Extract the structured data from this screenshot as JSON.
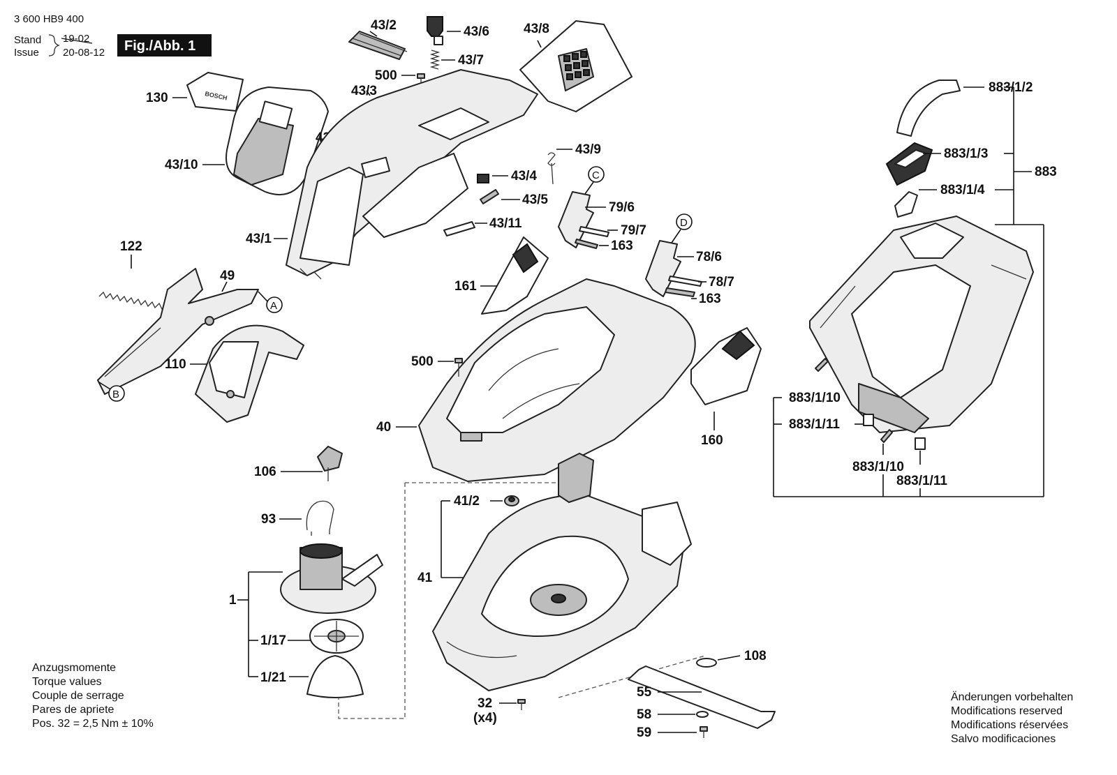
{
  "header": {
    "part_number": "3 600 HB9 400",
    "stand_label": "Stand",
    "issue_label": "Issue",
    "old_date": "19-02",
    "date": "20-08-12",
    "figure": "Fig./Abb. 1"
  },
  "parts": {
    "p43_2": "43/2",
    "p43_6": "43/6",
    "p43_8": "43/8",
    "p43_7": "43/7",
    "p500a": "500",
    "p130": "130",
    "p43_3": "43/3",
    "p43_10": "43/10",
    "p43_12": "43/12",
    "p43_9": "43/9",
    "p43_4": "43/4",
    "p43_5": "43/5",
    "p43_1": "43/1",
    "p43_11": "43/11",
    "p122": "122",
    "p49": "49",
    "p110": "110",
    "p161": "161",
    "p79_6": "79/6",
    "p79_7": "79/7",
    "p163a": "163",
    "p78_6": "78/6",
    "p78_7": "78/7",
    "p163b": "163",
    "p500b": "500",
    "p40": "40",
    "p160": "160",
    "p883_1_2": "883/1/2",
    "p883_1_3": "883/1/3",
    "p883": "883",
    "p883_1_4": "883/1/4",
    "p883_1_10a": "883/1/10",
    "p883_1_11a": "883/1/11",
    "p883_1_10b": "883/1/10",
    "p883_1_11b": "883/1/11",
    "p106": "106",
    "p93": "93",
    "p41_2": "41/2",
    "p41": "41",
    "p1": "1",
    "p1_17": "1/17",
    "p1_21": "1/21",
    "p108": "108",
    "p55": "55",
    "p32": "32",
    "p32_qty": "(x4)",
    "p58": "58",
    "p59": "59"
  },
  "markers": {
    "A": "A",
    "B": "B",
    "C": "C",
    "D": "D"
  },
  "torque": {
    "line1": "Anzugsmomente",
    "line2": "Torque values",
    "line3": "Couple de serrage",
    "line4": "Pares de apriete",
    "line5": "Pos. 32 = 2,5 Nm  ± 10%"
  },
  "disclaimer": {
    "line1": "Änderungen vorbehalten",
    "line2": "Modifications reserved",
    "line3": "Modifications réservées",
    "line4": "Salvo modificaciones"
  },
  "logo_text": "BOSCH"
}
